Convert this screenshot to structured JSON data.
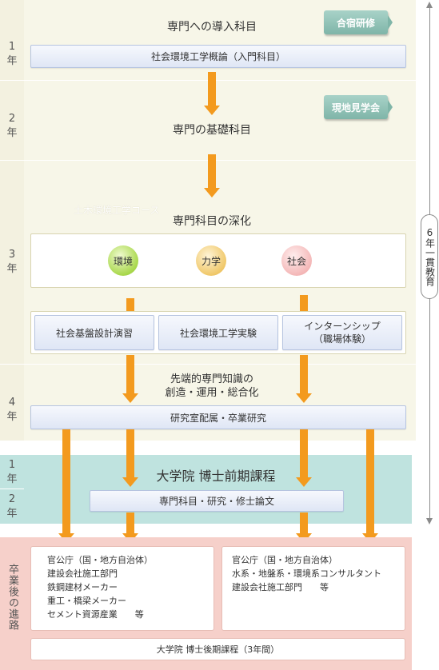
{
  "years": {
    "y1": "1年",
    "y2": "2年",
    "y3": "3年",
    "y4": "4年",
    "g1": "1年",
    "g2": "2年",
    "after": "卒業後の進路"
  },
  "undergrad": {
    "heading_intro": "専門への導入科目",
    "tag_camp": "合宿研修",
    "intro_course": "社会環境工学概論（入門科目）",
    "tag_field": "現地見学会",
    "heading_basic": "専門の基礎科目",
    "watermark": "土木環境工学コース",
    "heading_deep": "専門科目の深化",
    "circle_env": "環境",
    "circle_mech": "力学",
    "circle_soc": "社会",
    "course_design": "社会基盤設計演習",
    "course_exp": "社会環境工学実験",
    "course_intern_1": "インターンシップ",
    "course_intern_2": "（職場体験）",
    "heading_adv_1": "先端的専門知識の",
    "heading_adv_2": "創造・運用・総合化",
    "lab": "研究室配属・卒業研究"
  },
  "grad": {
    "title": "大学院 博士前期課程",
    "course": "専門科目・研究・修士論文"
  },
  "career": {
    "left": [
      "官公庁（国・地方自治体）",
      "建設会社施工部門",
      "鉄鋼建材メーカー",
      "重工・橋梁メーカー",
      "セメント資源産業　　等"
    ],
    "right": [
      "官公庁（国・地方自治体）",
      "水系・地盤系・環境系コンサルタント",
      "建設会社施工部門　　等"
    ],
    "doctoral": "大学院 博士後期課程（3年間）"
  },
  "bracket_label": "6年一貫教育",
  "colors": {
    "arrow": "#f39a1e",
    "panel": "#f7f6e8",
    "grad_band": "#bfe3df",
    "career_band": "#f6d0ca",
    "tag": "#8fc1b5"
  }
}
